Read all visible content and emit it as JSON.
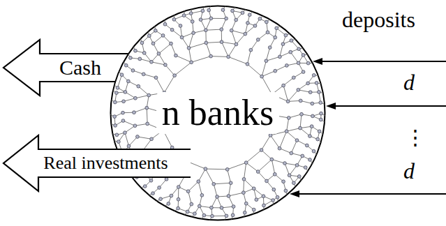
{
  "diagram": {
    "nodes": [
      {
        "text": [
          "Cash"
        ]
      },
      {
        "text": [
          "n banks"
        ]
      },
      {
        "text": [
          "Real investments"
        ]
      }
    ],
    "labels": [
      "deposits",
      "d",
      "⋮",
      "d"
    ]
  }
}
